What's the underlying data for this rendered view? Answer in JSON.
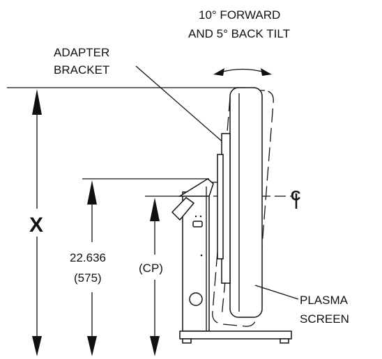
{
  "labels": {
    "tilt_line1": "10° FORWARD",
    "tilt_line2": "AND 5° BACK  TILT",
    "adapter_line1": "ADAPTER",
    "adapter_line2": "BRACKET",
    "height_x": "X",
    "dim_inches": "22.636",
    "dim_mm": "(575)",
    "cp": "(CP)",
    "centerline": "C",
    "plasma_line1": "PLASMA",
    "plasma_line2": "SCREEN"
  }
}
